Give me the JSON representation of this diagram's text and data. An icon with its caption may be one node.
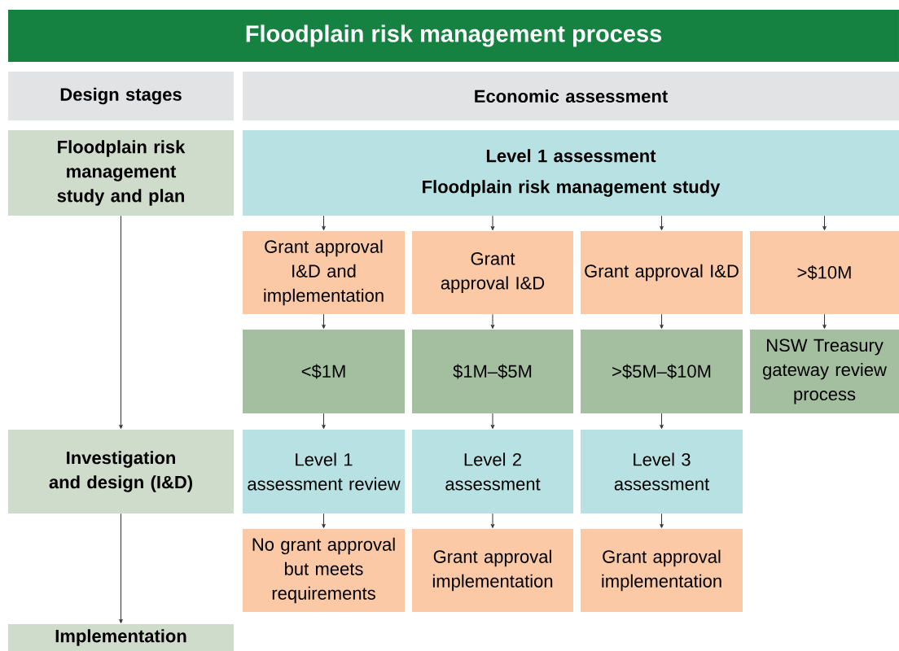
{
  "diagram": {
    "title": "Floodplain risk management process",
    "nodes": [
      {
        "text": [
          "Design stages"
        ]
      },
      {
        "text": [
          "Economic assessment"
        ]
      },
      {
        "text": [
          "Floodplain risk management study and plan"
        ]
      },
      {
        "text": [
          "Level 1 assessment",
          "Floodplain risk management study"
        ]
      },
      {
        "text": [
          "Grant approval I&D and implementation"
        ]
      },
      {
        "text": [
          "Grant approval I&D"
        ]
      },
      {
        "text": [
          "Grant approval I&D"
        ]
      },
      {
        "text": [
          ">$10M"
        ]
      },
      {
        "text": [
          "<$1M"
        ]
      },
      {
        "text": [
          "$1M–$5M"
        ]
      },
      {
        "text": [
          ">$5M–$10M"
        ]
      },
      {
        "text": [
          "NSW Treasury gateway review process"
        ]
      },
      {
        "text": [
          "Investigation and design (I&D)"
        ]
      },
      {
        "text": [
          "Level 1 assessment review"
        ]
      },
      {
        "text": [
          "Level 2 assessment"
        ]
      },
      {
        "text": [
          "Level 3 assessment"
        ]
      },
      {
        "text": [
          "No grant approval but meets requirements"
        ]
      },
      {
        "text": [
          "Grant approval implementation"
        ]
      },
      {
        "text": [
          "Grant approval implementation"
        ]
      },
      {
        "text": [
          "Implementation"
        ]
      }
    ],
    "edges": [
      {
        "from": 2,
        "to": 12,
        "arrow": "to"
      },
      {
        "from": 12,
        "to": 19,
        "arrow": "to"
      },
      {
        "from": 3,
        "to": 4,
        "arrow": "to"
      },
      {
        "from": 3,
        "to": 5,
        "arrow": "to"
      },
      {
        "from": 3,
        "to": 6,
        "arrow": "to"
      },
      {
        "from": 3,
        "to": 7,
        "arrow": "to"
      },
      {
        "from": 4,
        "to": 8,
        "arrow": "to"
      },
      {
        "from": 5,
        "to": 9,
        "arrow": "to"
      },
      {
        "from": 6,
        "to": 10,
        "arrow": "to"
      },
      {
        "from": 7,
        "to": 11,
        "arrow": "to"
      },
      {
        "from": 8,
        "to": 13,
        "arrow": "to"
      },
      {
        "from": 9,
        "to": 14,
        "arrow": "to"
      },
      {
        "from": 10,
        "to": 15,
        "arrow": "to"
      },
      {
        "from": 13,
        "to": 16,
        "arrow": "to"
      },
      {
        "from": 14,
        "to": 17,
        "arrow": "to"
      },
      {
        "from": 15,
        "to": 18,
        "arrow": "to"
      }
    ]
  }
}
